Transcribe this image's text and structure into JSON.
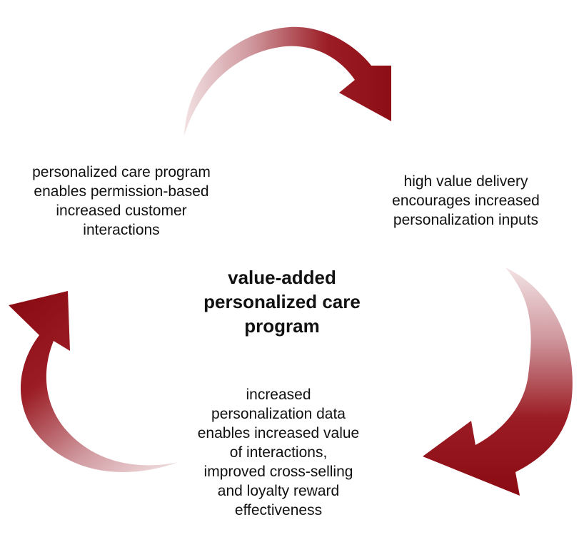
{
  "diagram": {
    "type": "cycle",
    "center_title": "value-added\npersonalized care\nprogram",
    "nodes": [
      {
        "id": "left",
        "text": "personalized care program\nenables permission-based\nincreased customer\ninteractions"
      },
      {
        "id": "right",
        "text": "high value delivery\nencourages increased\npersonalization inputs"
      },
      {
        "id": "bottom",
        "text": "increased\npersonalization data\nenables increased value\nof interactions,\nimproved cross-selling\nand loyalty reward\neffectiveness"
      }
    ],
    "arrows": [
      {
        "from": "left",
        "to": "right",
        "icon": "curved-arrow-clockwise-icon"
      },
      {
        "from": "right",
        "to": "bottom",
        "icon": "curved-arrow-clockwise-icon"
      },
      {
        "from": "bottom",
        "to": "left",
        "icon": "curved-arrow-clockwise-icon"
      }
    ],
    "colors": {
      "arrow_dark": "#8a0a12",
      "arrow_light": "#f3e3e4",
      "text": "#111111",
      "background": "#ffffff"
    }
  }
}
